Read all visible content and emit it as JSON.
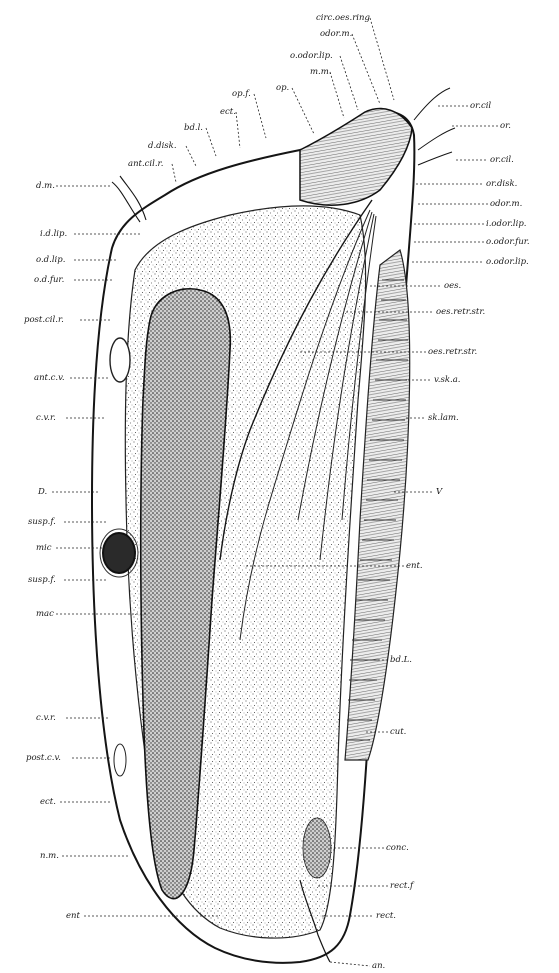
{
  "figure": {
    "labels_left": [
      {
        "id": "d-m",
        "text": "d.m."
      },
      {
        "id": "i-d-lip",
        "text": "i.d.lip."
      },
      {
        "id": "o-d-lip",
        "text": "o.d.lip."
      },
      {
        "id": "o-d-fur",
        "text": "o.d.fur."
      },
      {
        "id": "post-cil-r",
        "text": "post.cil.r."
      },
      {
        "id": "ant-c-v",
        "text": "ant.c.v."
      },
      {
        "id": "c-v-r",
        "text": "c.v.r."
      },
      {
        "id": "d",
        "text": "D."
      },
      {
        "id": "susp-f-1",
        "text": "susp.f."
      },
      {
        "id": "mic",
        "text": "mic"
      },
      {
        "id": "susp-f-2",
        "text": "susp.f."
      },
      {
        "id": "mac",
        "text": "mac"
      },
      {
        "id": "c-v-r-2",
        "text": "c.v.r."
      },
      {
        "id": "post-c-v",
        "text": "post.c.v."
      },
      {
        "id": "ect-2",
        "text": "ect."
      },
      {
        "id": "n-m",
        "text": "n.m."
      },
      {
        "id": "ent-2",
        "text": "ent"
      }
    ],
    "labels_top": [
      {
        "id": "circ-oes-ring",
        "text": "circ.oes.ring"
      },
      {
        "id": "odor-m-top",
        "text": "odor.m."
      },
      {
        "id": "o-odor-lip-top",
        "text": "o.odor.lip."
      },
      {
        "id": "m-m",
        "text": "m.m."
      },
      {
        "id": "op",
        "text": "op."
      },
      {
        "id": "op-f",
        "text": "op.f."
      },
      {
        "id": "ect-top",
        "text": "ect."
      },
      {
        "id": "bd-l-top",
        "text": "bd.l."
      },
      {
        "id": "d-disk",
        "text": "d.disk."
      },
      {
        "id": "ant-cil-r",
        "text": "ant.cil.r."
      }
    ],
    "labels_right": [
      {
        "id": "or-cil-1",
        "text": "or.cil"
      },
      {
        "id": "or",
        "text": "or."
      },
      {
        "id": "or-cil-2",
        "text": "or.cil."
      },
      {
        "id": "or-disk",
        "text": "or.disk."
      },
      {
        "id": "odor-m",
        "text": "odor.m."
      },
      {
        "id": "i-odor-lip",
        "text": "i.odor.lip."
      },
      {
        "id": "o-odor-fur",
        "text": "o.odor.fur."
      },
      {
        "id": "o-odor-lip",
        "text": "o.odor.lip."
      },
      {
        "id": "oes",
        "text": "oes."
      },
      {
        "id": "oes-retr-str-1",
        "text": "oes.retr.str."
      },
      {
        "id": "oes-retr-str-2",
        "text": "oes.retr.str."
      },
      {
        "id": "v-sk-a",
        "text": "v.sk.a."
      },
      {
        "id": "sk-lam",
        "text": "sk.lam."
      },
      {
        "id": "v",
        "text": "V"
      },
      {
        "id": "ent",
        "text": "ent."
      },
      {
        "id": "bd-l",
        "text": "bd.L."
      },
      {
        "id": "cut",
        "text": "cut."
      },
      {
        "id": "conc",
        "text": "conc."
      },
      {
        "id": "rect-f",
        "text": "rect.f"
      },
      {
        "id": "rect",
        "text": "rect."
      },
      {
        "id": "an",
        "text": "an."
      }
    ]
  }
}
